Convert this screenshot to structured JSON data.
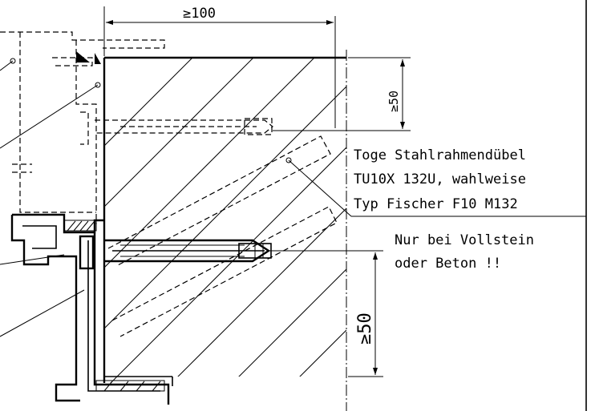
{
  "dimensions": {
    "top_width": "≥100",
    "right_upper": "≥50",
    "right_lower": "≥50"
  },
  "notes": {
    "anchor_line1": "Toge Stahlrahmendübel",
    "anchor_line2": "TU10X 132U, wahlweise",
    "anchor_line3": "Typ Fischer F10 M132",
    "condition_line1": "Nur bei Vollstein",
    "condition_line2": "oder Beton !!"
  }
}
